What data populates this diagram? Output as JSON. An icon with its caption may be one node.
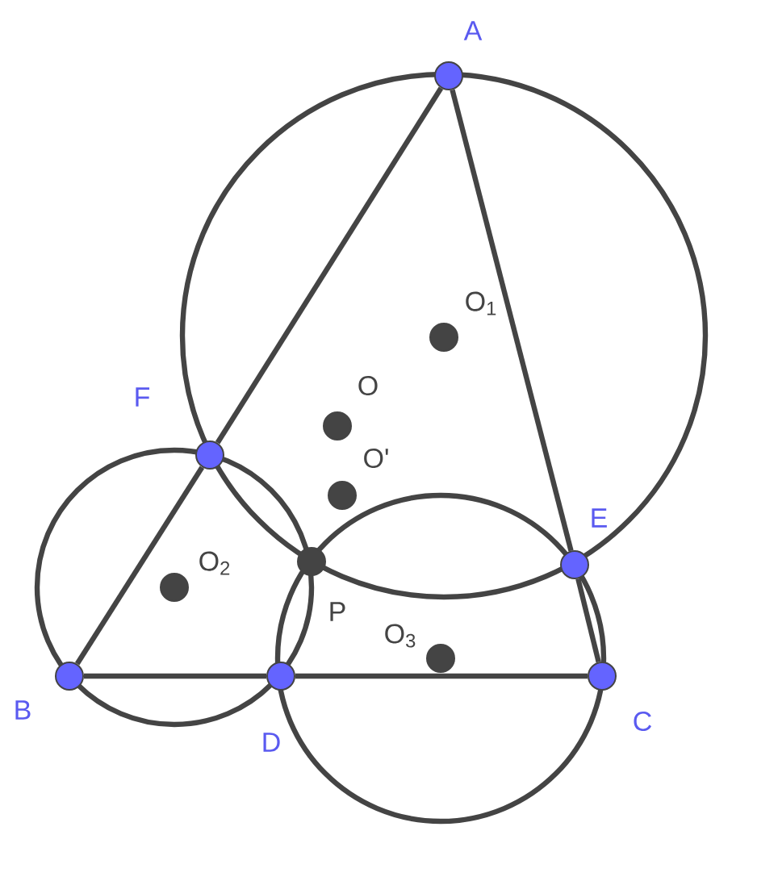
{
  "diagram": {
    "nodes": [
      {
        "text": [],
        "shape": "circle",
        "beside": [
          "A"
        ]
      },
      {
        "text": [],
        "shape": "circle",
        "beside": [
          "F"
        ]
      },
      {
        "text": [],
        "shape": "circle",
        "beside": [
          "B"
        ]
      },
      {
        "text": [],
        "shape": "circle",
        "beside": [
          "D"
        ]
      },
      {
        "text": [],
        "shape": "circle",
        "beside": [
          "C"
        ]
      },
      {
        "text": [],
        "shape": "circle",
        "beside": [
          "E"
        ]
      },
      {
        "text": [],
        "shape": "circle",
        "beside": [
          "P"
        ]
      },
      {
        "text": [],
        "shape": "circle",
        "beside": [
          "O$_{1}$"
        ]
      },
      {
        "text": [],
        "shape": "circle",
        "beside": [
          "O"
        ]
      },
      {
        "text": [],
        "shape": "circle",
        "beside": [
          "O'"
        ]
      },
      {
        "text": [],
        "shape": "circle",
        "beside": [
          "O$_{2}$"
        ]
      },
      {
        "text": [],
        "shape": "circle",
        "beside": [
          "O$_{3}$"
        ]
      }
    ],
    "edges": [
      {
        "from": 0,
        "to": 1,
        "arrow": "none"
      },
      {
        "from": 1,
        "to": 2,
        "arrow": "none"
      },
      {
        "from": 0,
        "to": 5,
        "arrow": "none"
      },
      {
        "from": 5,
        "to": 4,
        "arrow": "none"
      },
      {
        "from": 2,
        "to": 3,
        "arrow": "none"
      },
      {
        "from": 3,
        "to": 4,
        "arrow": "none"
      }
    ]
  }
}
